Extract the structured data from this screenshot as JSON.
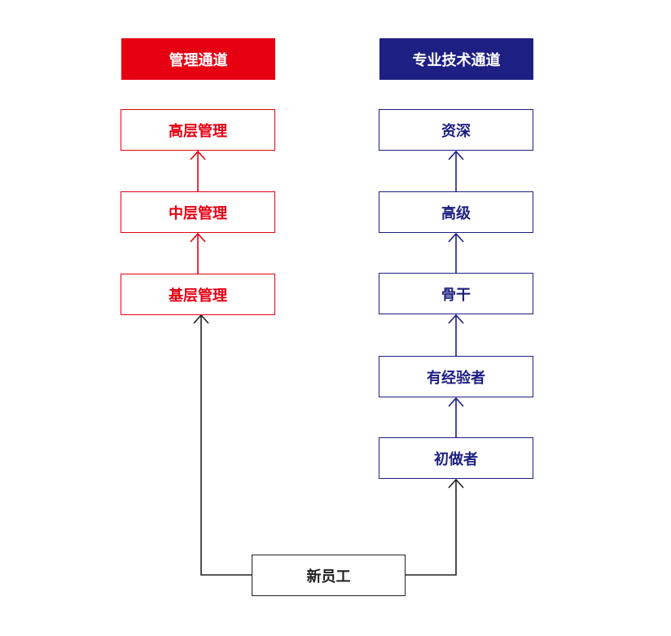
{
  "management": {
    "title": "管理通道",
    "levels": [
      "高层管理",
      "中层管理",
      "基层管理"
    ]
  },
  "technical": {
    "title": "专业技术通道",
    "levels": [
      "资深",
      "高级",
      "骨干",
      "有经验者",
      "初做者"
    ]
  },
  "start": {
    "label": "新员工"
  },
  "colors": {
    "management": "#e60012",
    "technical": "#1d1f82",
    "start": "#222222"
  }
}
